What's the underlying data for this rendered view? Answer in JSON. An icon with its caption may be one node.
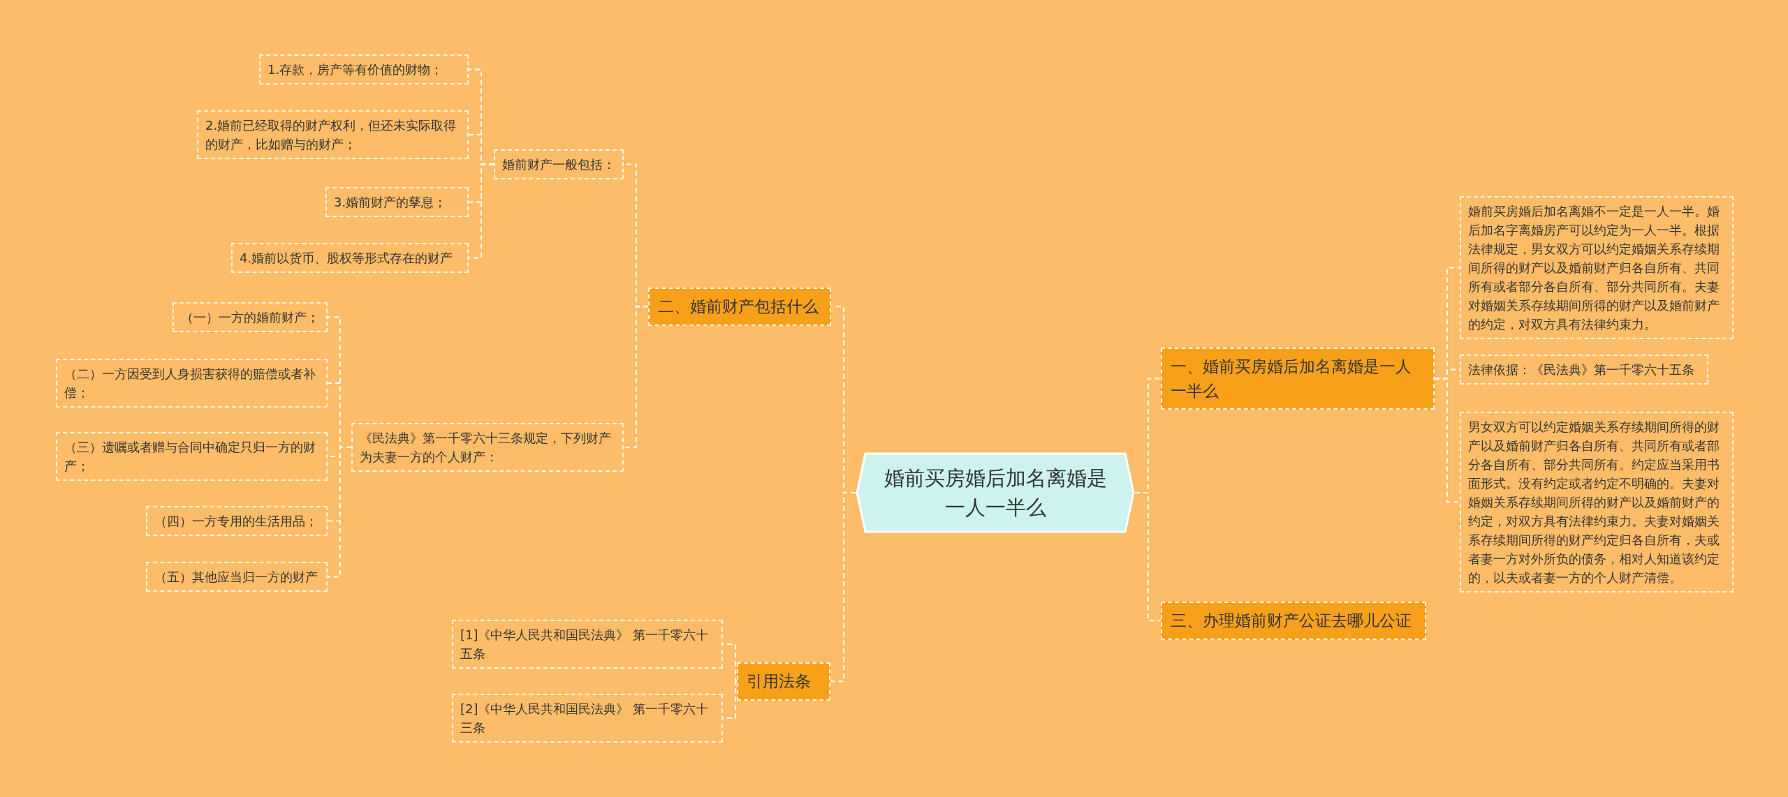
{
  "diagram": {
    "nodes": [
      {
        "text": [
          "婚前买房婚后加名离婚是一人一半么"
        ]
      },
      {
        "text": [
          "一、婚前买房婚后加名离婚是一人一半么"
        ]
      },
      {
        "text": [
          "婚前买房婚后加名离婚不一定是一人一半。婚后加名字离婚房产可以约定为一人一半。根据法律规定，男女双方可以约定婚姻关系存续期间所得的财产以及婚前财产归各自所有、共同所有或者部分各自所有、部分共同所有。夫妻对婚姻关系存续期间所得的财产以及婚前财产的约定，对双方具有法律约束力。"
        ]
      },
      {
        "text": [
          "法律依据：《民法典》第一千零六十五条"
        ]
      },
      {
        "text": [
          "男女双方可以约定婚姻关系存续期间所得的财产以及婚前财产归各自所有、共同所有或者部分各自所有、部分共同所有。约定应当采用书面形式。没有约定或者约定不明确的。夫妻对婚姻关系存续期间所得的财产以及婚前财产的约定，对双方具有法律约束力。夫妻对婚姻关系存续期间所得的财产约定归各自所有，夫或者妻一方对外所负的债务，相对人知道该约定的，以夫或者妻一方的个人财产清偿。"
        ]
      },
      {
        "text": [
          "三、办理婚前财产公证去哪儿公证"
        ]
      },
      {
        "text": [
          "二、婚前财产包括什么"
        ]
      },
      {
        "text": [
          "婚前财产一般包括："
        ]
      },
      {
        "text": [
          "1.存款，房产等有价值的财物；"
        ]
      },
      {
        "text": [
          "2.婚前已经取得的财产权利，但还未实际取得的财产，比如赠与的财产；"
        ]
      },
      {
        "text": [
          "3.婚前财产的孳息；"
        ]
      },
      {
        "text": [
          "4.婚前以货币、股权等形式存在的财产"
        ]
      },
      {
        "text": [
          "《民法典》第一千零六十三条规定，下列财产为夫妻一方的个人财产："
        ]
      },
      {
        "text": [
          "（一）一方的婚前财产；"
        ]
      },
      {
        "text": [
          "（二）一方因受到人身损害获得的赔偿或者补偿；"
        ]
      },
      {
        "text": [
          "（三）遗嘱或者赠与合同中确定只归一方的财产；"
        ]
      },
      {
        "text": [
          "（四）一方专用的生活用品；"
        ]
      },
      {
        "text": [
          "（五）其他应当归一方的财产"
        ]
      },
      {
        "text": [
          "引用法条"
        ]
      },
      {
        "text": [
          "[1]《中华人民共和国民法典》 第一千零六十五条"
        ]
      },
      {
        "text": [
          "[2]《中华人民共和国民法典》 第一千零六十三条"
        ]
      }
    ],
    "edges": [
      {
        "from": 0,
        "to": 1,
        "arrow": "none"
      },
      {
        "from": 0,
        "to": 5,
        "arrow": "none"
      },
      {
        "from": 0,
        "to": 6,
        "arrow": "none"
      },
      {
        "from": 0,
        "to": 18,
        "arrow": "none"
      },
      {
        "from": 1,
        "to": 2,
        "arrow": "none"
      },
      {
        "from": 1,
        "to": 3,
        "arrow": "none"
      },
      {
        "from": 1,
        "to": 4,
        "arrow": "none"
      },
      {
        "from": 6,
        "to": 7,
        "arrow": "none"
      },
      {
        "from": 6,
        "to": 12,
        "arrow": "none"
      },
      {
        "from": 7,
        "to": 8,
        "arrow": "none"
      },
      {
        "from": 7,
        "to": 9,
        "arrow": "none"
      },
      {
        "from": 7,
        "to": 10,
        "arrow": "none"
      },
      {
        "from": 7,
        "to": 11,
        "arrow": "none"
      },
      {
        "from": 12,
        "to": 13,
        "arrow": "none"
      },
      {
        "from": 12,
        "to": 14,
        "arrow": "none"
      },
      {
        "from": 12,
        "to": 15,
        "arrow": "none"
      },
      {
        "from": 12,
        "to": 16,
        "arrow": "none"
      },
      {
        "from": 12,
        "to": 17,
        "arrow": "none"
      },
      {
        "from": 18,
        "to": 19,
        "arrow": "none"
      },
      {
        "from": 18,
        "to": 20,
        "arrow": "none"
      }
    ]
  }
}
